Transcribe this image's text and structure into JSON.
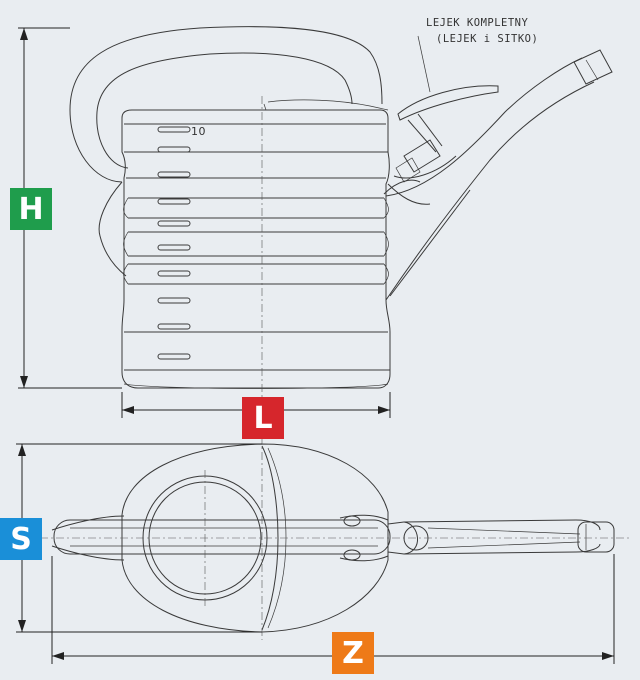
{
  "annotation": {
    "line1": "LEJEK KOMPLETNY",
    "line2": "(LEJEK i SITKO)"
  },
  "scale_mark": "10",
  "dimensions": [
    {
      "id": "H",
      "label": "H",
      "color": "#1f9d4c"
    },
    {
      "id": "L",
      "label": "L",
      "color": "#d6262c"
    },
    {
      "id": "S",
      "label": "S",
      "color": "#1a8fd8"
    },
    {
      "id": "Z",
      "label": "Z",
      "color": "#ee7a18"
    }
  ]
}
